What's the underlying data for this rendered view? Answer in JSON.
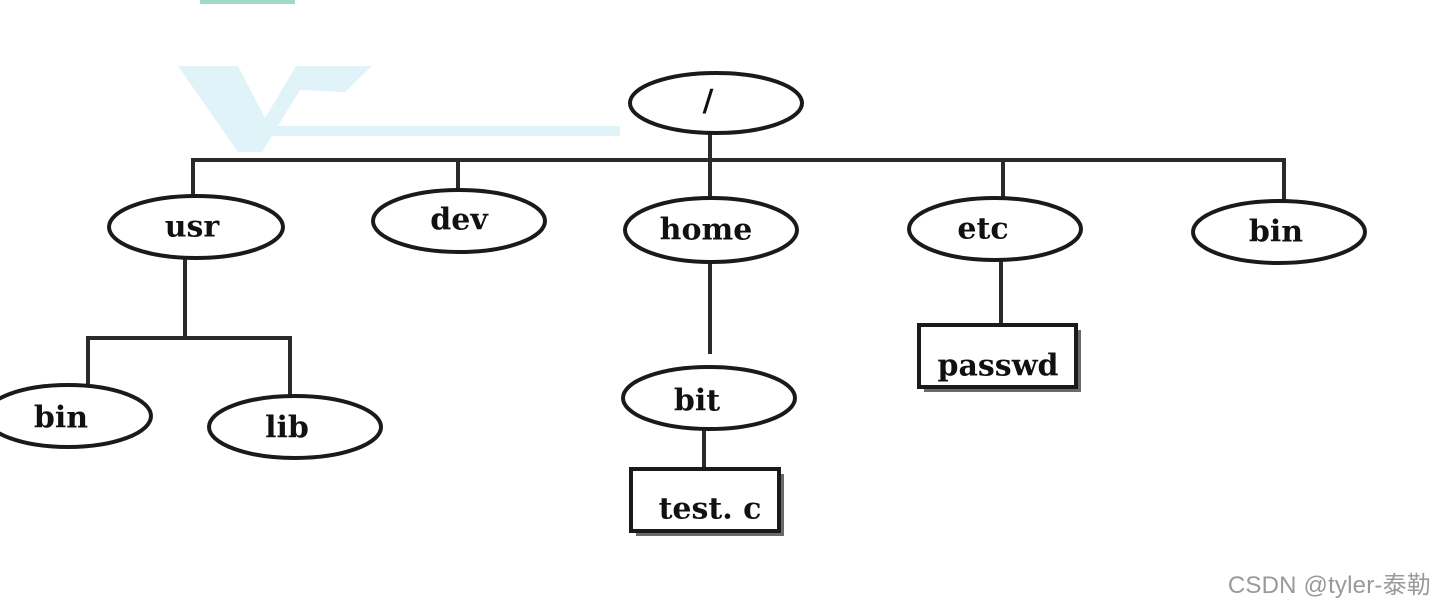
{
  "nodes": [
    {
      "id": "root",
      "label": "/",
      "kind": "directory"
    },
    {
      "id": "usr",
      "label": "usr",
      "kind": "directory",
      "parent": "root"
    },
    {
      "id": "dev",
      "label": "dev",
      "kind": "directory",
      "parent": "root"
    },
    {
      "id": "home",
      "label": "home",
      "kind": "directory",
      "parent": "root"
    },
    {
      "id": "etc",
      "label": "etc",
      "kind": "directory",
      "parent": "root"
    },
    {
      "id": "bin",
      "label": "bin",
      "kind": "directory",
      "parent": "root"
    },
    {
      "id": "usr-bin",
      "label": "bin",
      "kind": "directory",
      "parent": "usr"
    },
    {
      "id": "usr-lib",
      "label": "lib",
      "kind": "directory",
      "parent": "usr"
    },
    {
      "id": "bit",
      "label": "bit",
      "kind": "directory",
      "parent": "home"
    },
    {
      "id": "test-c",
      "label": "test. c",
      "kind": "file",
      "parent": "bit"
    },
    {
      "id": "passwd",
      "label": "passwd",
      "kind": "file",
      "parent": "etc"
    }
  ],
  "watermark": "CSDN @tyler-泰勒",
  "colors": {
    "outline": "#1a1a1a",
    "watermark_text": "#9a9a9a",
    "logo_tint": "#dff3f8",
    "logo_bar": "#9fdcc4"
  }
}
